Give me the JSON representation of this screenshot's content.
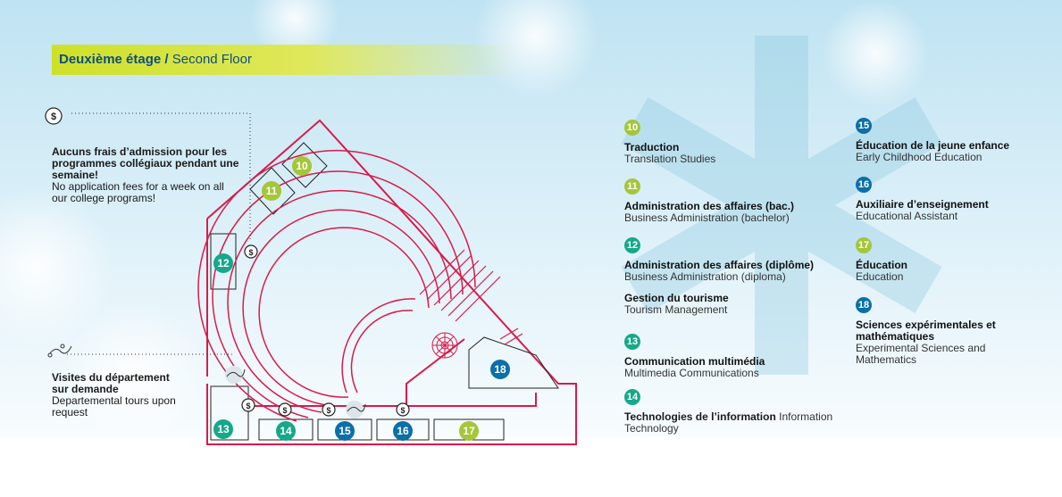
{
  "header": {
    "title_fr": "Deuxième étage",
    "separator": "/",
    "title_en": "Second Floor"
  },
  "notes": {
    "fees": {
      "fr": "Aucuns frais d’admission pour les programmes collégiaux pendant une semaine!",
      "en": "No application fees for a week on all our college programs!"
    },
    "tours": {
      "fr": "Visites du département sur demande",
      "en": "Departemental tours upon request"
    }
  },
  "rooms": [
    {
      "id": "10",
      "color": "lime"
    },
    {
      "id": "11",
      "color": "lime"
    },
    {
      "id": "12",
      "color": "green"
    },
    {
      "id": "13",
      "color": "green"
    },
    {
      "id": "14",
      "color": "green"
    },
    {
      "id": "15",
      "color": "blue"
    },
    {
      "id": "16",
      "color": "blue"
    },
    {
      "id": "17",
      "color": "lime"
    },
    {
      "id": "18",
      "color": "blue"
    }
  ],
  "legend": [
    {
      "num": "10",
      "fr": "Traduction",
      "en": "Translation Studies"
    },
    {
      "num": "11",
      "fr": "Administration des affaires (bac.)",
      "en": "Business Administration (bachelor)"
    },
    {
      "num": "12",
      "fr": "Administration des affaires (diplôme)",
      "en": "Business Administration (diploma)",
      "fr2": "Gestion du tourisme",
      "en2": "Tourism Management"
    },
    {
      "num": "13",
      "fr": "Communication multimédia",
      "en": "Multimedia Communications"
    },
    {
      "num": "14",
      "fr": "Technologies de l’information",
      "en": "Information Technology"
    },
    {
      "num": "15",
      "fr": "Éducation de la jeune enfance",
      "en": "Early Childhood Education"
    },
    {
      "num": "16",
      "fr": "Auxiliaire d’enseignement",
      "en": "Educational Assistant"
    },
    {
      "num": "17",
      "fr": "Éducation",
      "en": "Education"
    },
    {
      "num": "18",
      "fr": "Sciences expérimentales et mathématiques",
      "en": "Experimental Sciences and Mathematics"
    }
  ],
  "icons": [
    "dollar-icon",
    "tour-route-icon"
  ],
  "colors": {
    "wall": "#d81b4a",
    "navy": "#0b4f82",
    "lime": "#a4c639",
    "green": "#16a88a",
    "blue": "#0b6fa8"
  }
}
